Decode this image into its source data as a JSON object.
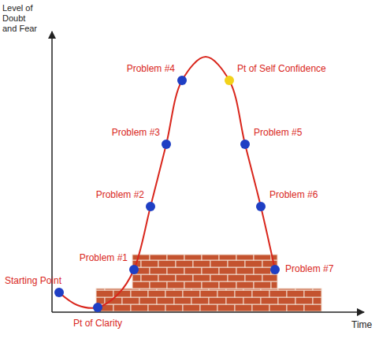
{
  "diagram": {
    "labels": [
      "Level of Doubt and Fear",
      "Starting Point",
      "Pt of Clarity",
      "Problem #1",
      "Problem #2",
      "Problem #3",
      "Problem #4",
      "Pt of Self Confidence",
      "Problem #5",
      "Problem #6",
      "Problem #7",
      "Time"
    ]
  }
}
